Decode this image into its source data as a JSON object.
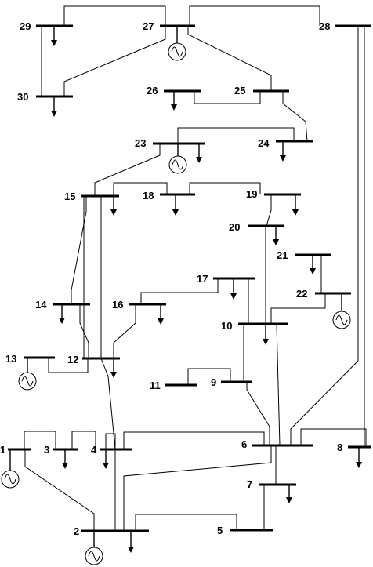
{
  "diagram": {
    "buses": [
      {
        "id": "1",
        "label": "1"
      },
      {
        "id": "2",
        "label": "2"
      },
      {
        "id": "3",
        "label": "3"
      },
      {
        "id": "4",
        "label": "4"
      },
      {
        "id": "5",
        "label": "5"
      },
      {
        "id": "6",
        "label": "6"
      },
      {
        "id": "7",
        "label": "7"
      },
      {
        "id": "8",
        "label": "8"
      },
      {
        "id": "9",
        "label": "9"
      },
      {
        "id": "10",
        "label": "10"
      },
      {
        "id": "11",
        "label": "11"
      },
      {
        "id": "12",
        "label": "12"
      },
      {
        "id": "13",
        "label": "13"
      },
      {
        "id": "14",
        "label": "14"
      },
      {
        "id": "15",
        "label": "15"
      },
      {
        "id": "16",
        "label": "16"
      },
      {
        "id": "17",
        "label": "17"
      },
      {
        "id": "18",
        "label": "18"
      },
      {
        "id": "19",
        "label": "19"
      },
      {
        "id": "20",
        "label": "20"
      },
      {
        "id": "21",
        "label": "21"
      },
      {
        "id": "22",
        "label": "22"
      },
      {
        "id": "23",
        "label": "23"
      },
      {
        "id": "24",
        "label": "24"
      },
      {
        "id": "25",
        "label": "25"
      },
      {
        "id": "26",
        "label": "26"
      },
      {
        "id": "27",
        "label": "27"
      },
      {
        "id": "28",
        "label": "28"
      },
      {
        "id": "29",
        "label": "29"
      },
      {
        "id": "30",
        "label": "30"
      }
    ],
    "generators": [
      "1",
      "2",
      "13",
      "22",
      "23",
      "27"
    ],
    "loads": [
      "2",
      "3",
      "4",
      "7",
      "8",
      "10",
      "12",
      "14",
      "15",
      "16",
      "17",
      "18",
      "19",
      "20",
      "21",
      "23",
      "24",
      "26",
      "29",
      "30"
    ],
    "branches": [
      [
        "1",
        "2"
      ],
      [
        "1",
        "3"
      ],
      [
        "2",
        "4"
      ],
      [
        "3",
        "4"
      ],
      [
        "2",
        "5"
      ],
      [
        "2",
        "6"
      ],
      [
        "4",
        "6"
      ],
      [
        "5",
        "7"
      ],
      [
        "6",
        "7"
      ],
      [
        "6",
        "8"
      ],
      [
        "6",
        "9"
      ],
      [
        "6",
        "10"
      ],
      [
        "9",
        "11"
      ],
      [
        "9",
        "10"
      ],
      [
        "4",
        "12"
      ],
      [
        "12",
        "13"
      ],
      [
        "12",
        "14"
      ],
      [
        "12",
        "15"
      ],
      [
        "12",
        "16"
      ],
      [
        "14",
        "15"
      ],
      [
        "16",
        "17"
      ],
      [
        "15",
        "18"
      ],
      [
        "18",
        "19"
      ],
      [
        "19",
        "20"
      ],
      [
        "10",
        "20"
      ],
      [
        "10",
        "17"
      ],
      [
        "10",
        "21"
      ],
      [
        "10",
        "22"
      ],
      [
        "21",
        "22"
      ],
      [
        "15",
        "23"
      ],
      [
        "22",
        "24"
      ],
      [
        "23",
        "24"
      ],
      [
        "24",
        "25"
      ],
      [
        "25",
        "26"
      ],
      [
        "25",
        "27"
      ],
      [
        "28",
        "27"
      ],
      [
        "27",
        "29"
      ],
      [
        "27",
        "30"
      ],
      [
        "29",
        "30"
      ],
      [
        "8",
        "28"
      ],
      [
        "6",
        "28"
      ]
    ]
  }
}
